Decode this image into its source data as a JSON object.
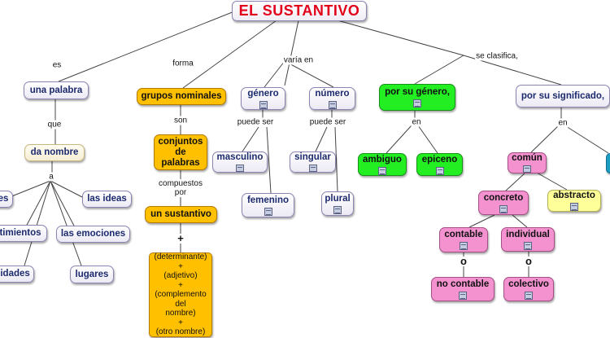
{
  "colors": {
    "title_text": "#e3001b",
    "node_text": "#1c2a6e",
    "orange": "#ffc000",
    "green": "#22ee22",
    "pink": "#f392cf",
    "yellow": "#ffff9a",
    "cyan": "#1c9ec2",
    "edge": "#444444"
  },
  "title": "EL SUSTANTIVO",
  "links": {
    "es": "es",
    "forma": "forma",
    "varia_en": "varía en",
    "se_clasifica": "se clasifica,",
    "que": "que",
    "a": "a",
    "son": "son",
    "compuestos_por": "compuestos\npor",
    "puede_ser_1": "puede ser",
    "puede_ser_2": "puede ser",
    "en_1": "en",
    "en_2": "en",
    "plus": "+",
    "o_1": "o",
    "o_2": "o"
  },
  "nodes": {
    "una_palabra": "una palabra",
    "da_nombre": "da nombre",
    "partial_es": "es",
    "las_ideas": "las ideas",
    "partial_timientos": "timientos",
    "las_emociones": "las emociones",
    "partial_lidades": "lidades",
    "lugares": "lugares",
    "grupos_nominales": "grupos nominales",
    "conjuntos_de_palabras": "conjuntos\nde\npalabras",
    "un_sustantivo": "un sustantivo",
    "formula": "(determinante)\n+\n(adjetivo)\n+\n(complemento\ndel\nnombre)\n+\n(otro nombre)",
    "genero": "género",
    "numero": "número",
    "masculino": "masculino",
    "femenino": "femenino",
    "singular": "singular",
    "plural": "plural",
    "por_su_genero": "por su género,",
    "ambiguo": "ambiguo",
    "epiceno": "epiceno",
    "por_su_significado": "por su significado,",
    "comun": "común",
    "concreto": "concreto",
    "abstracto": "abstracto",
    "contable": "contable",
    "individual": "individual",
    "no_contable": "no contable",
    "colectivo": "colectivo"
  },
  "icons": [
    "document-icon"
  ]
}
